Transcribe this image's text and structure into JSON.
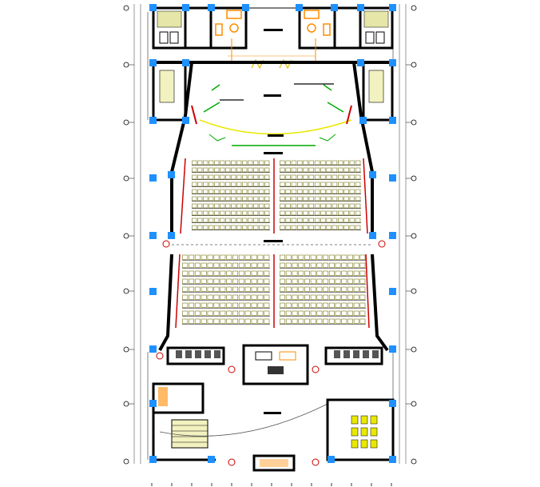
{
  "drawing": {
    "type": "auditorium floor plan",
    "colors": {
      "background": "#ffffff",
      "wall": "#000000",
      "column": "#1e90ff",
      "seat": "#8b8b3a",
      "aisle_marker": "#cc0000",
      "furniture": "#ff8c00",
      "stage_line": "#00aa00",
      "stage_curve": "#e8e800",
      "hatch": "#bbbb55",
      "door": "#cc0000"
    },
    "seating_blocks": [
      {
        "name": "upper-left",
        "rows": 10,
        "seats_per_row": 14
      },
      {
        "name": "upper-right",
        "rows": 10,
        "seats_per_row": 14
      },
      {
        "name": "lower-left",
        "rows": 9,
        "seats_per_row": 14
      },
      {
        "name": "lower-right",
        "rows": 9,
        "seats_per_row": 14
      }
    ]
  }
}
